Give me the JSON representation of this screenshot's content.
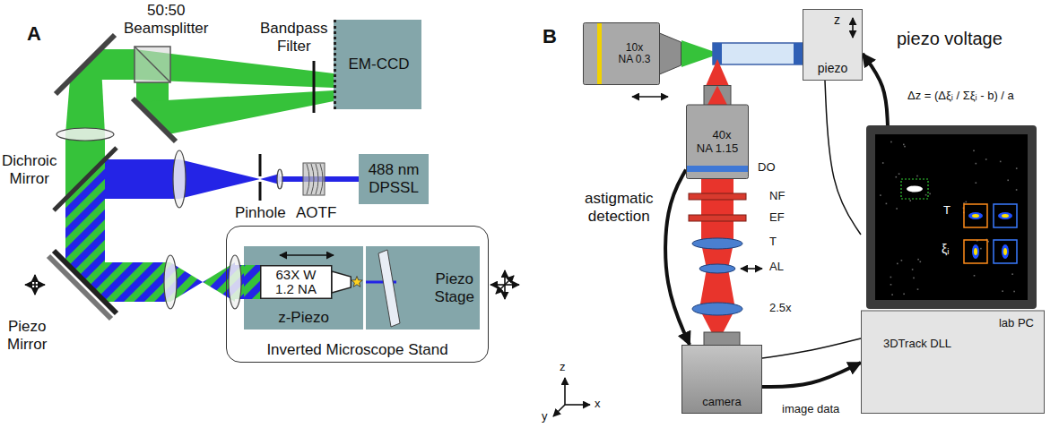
{
  "diagram": {
    "nodes": [
      {
        "text": [
          "EM-CCD"
        ]
      },
      {
        "text": [
          "488 nm DPSSL"
        ]
      },
      {
        "text": [
          "Inverted Microscope Stand"
        ]
      },
      {
        "text": [
          "z-Piezo"
        ],
        "in": 2
      },
      {
        "text": [
          "63X W 1.2 NA"
        ],
        "in": 3
      },
      {
        "text": [
          "Piezo Stage"
        ],
        "in": 2
      },
      {
        "text": [
          "10x NA 0.3"
        ]
      },
      {
        "text": [
          "z",
          "piezo"
        ]
      },
      {
        "text": [
          "40x NA 1.15"
        ]
      },
      {
        "text": [
          "camera"
        ]
      },
      {
        "text": [
          "lab PC",
          "3DTrack DLL"
        ]
      }
    ],
    "edges": [
      {
        "from": 8,
        "to": 9,
        "arrow": "to",
        "label": "astigmatic detection"
      },
      {
        "from": 9,
        "to": 10,
        "arrow": "to",
        "label": "image data"
      },
      {
        "from": 10,
        "to": 7,
        "arrow": "to",
        "label": "piezo voltage"
      },
      {
        "from": 7,
        "to": 10,
        "arrow": "none"
      },
      {
        "from": 9,
        "to": 10,
        "arrow": "none"
      }
    ],
    "labels": [
      "A",
      "50:50 Beamsplitter",
      "Bandpass Filter",
      "Dichroic Mirror",
      "Pinhole",
      "AOTF",
      "Piezo Mirror",
      "B",
      "Δz = (Δξᵢ / Σξᵢ - b) / a",
      "DO",
      "NF",
      "EF",
      "T",
      "AL",
      "2.5x",
      "T",
      "ξᵢ",
      "z",
      "y",
      "x"
    ]
  }
}
